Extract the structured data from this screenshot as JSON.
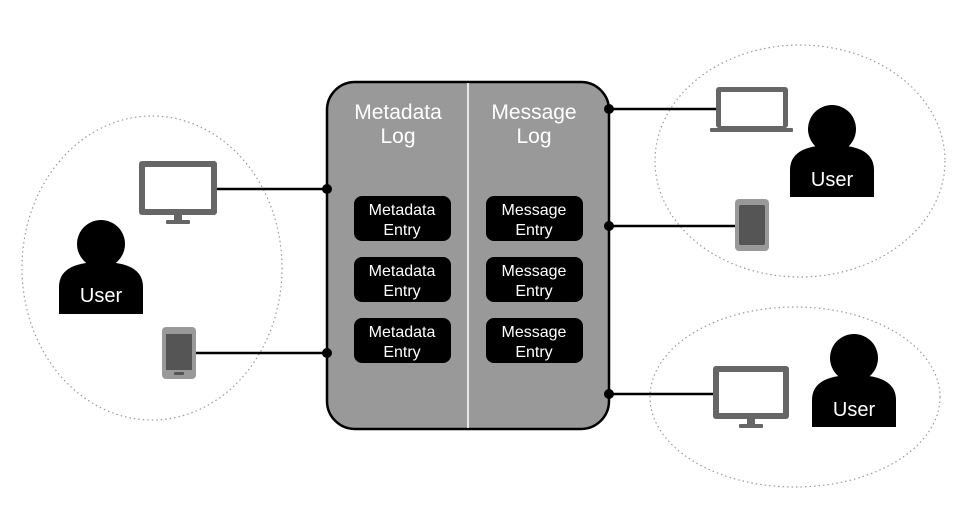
{
  "center_box": {
    "left_title_line1": "Metadata",
    "left_title_line2": "Log",
    "right_title_line1": "Message",
    "right_title_line2": "Log",
    "metadata_entries": [
      {
        "line1": "Metadata",
        "line2": "Entry"
      },
      {
        "line1": "Metadata",
        "line2": "Entry"
      },
      {
        "line1": "Metadata",
        "line2": "Entry"
      }
    ],
    "message_entries": [
      {
        "line1": "Message",
        "line2": "Entry"
      },
      {
        "line1": "Message",
        "line2": "Entry"
      },
      {
        "line1": "Message",
        "line2": "Entry"
      }
    ]
  },
  "users": {
    "left": {
      "label": "User",
      "devices": [
        "monitor-icon",
        "tablet-icon"
      ]
    },
    "top_right": {
      "label": "User",
      "devices": [
        "laptop-icon",
        "phone-icon"
      ]
    },
    "bottom_right": {
      "label": "User",
      "devices": [
        "monitor-icon"
      ]
    }
  },
  "colors": {
    "box_fill": "#999999",
    "box_stroke": "#000000",
    "entry_fill": "#000000",
    "entry_text": "#ffffff",
    "device_gray": "#666666",
    "connector": "#000000"
  }
}
